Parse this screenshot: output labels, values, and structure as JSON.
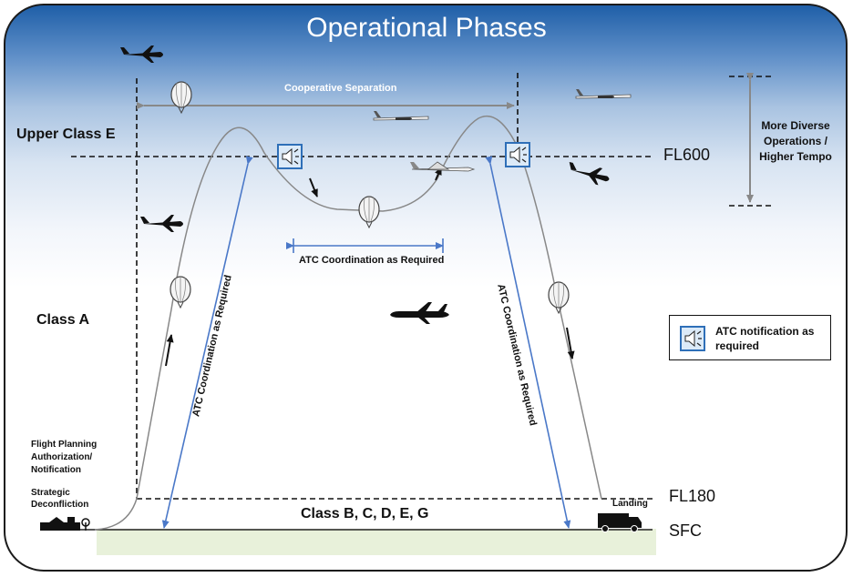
{
  "title": "Operational Phases",
  "regions": {
    "upper_class_e": "Upper Class E",
    "class_a": "Class A",
    "class_bcdeg": "Class B, C, D, E, G"
  },
  "levels": {
    "fl600": "FL600",
    "fl180": "FL180",
    "sfc": "SFC"
  },
  "annotations": {
    "cooperative_separation": "Cooperative Separation",
    "atc_coordination_center": "ATC Coordination as Required",
    "atc_coordination_left": "ATC Coordination as Required",
    "atc_coordination_right": "ATC Coordination as Required",
    "more_diverse": "More Diverse Operations / Higher Tempo",
    "flight_planning": "Flight Planning Authorization/ Notification",
    "strategic_deconfliction": "Strategic Deconfliction",
    "landing": "Landing"
  },
  "legend": {
    "label": "ATC notification as required",
    "icon": "speaker-icon"
  },
  "colors": {
    "sky_top": "#1f5fa8",
    "arrow_blue": "#4a78c8",
    "ground": "#e8f1da",
    "icon_fill": "#dbeaf8"
  }
}
